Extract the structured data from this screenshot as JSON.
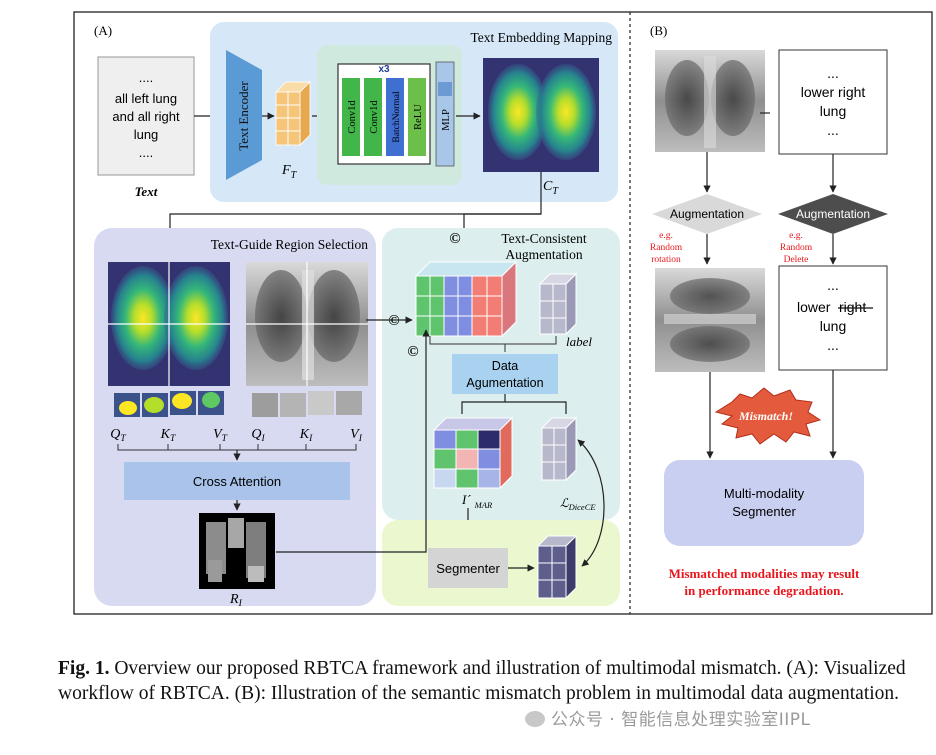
{
  "panelA": {
    "tag": "(A)",
    "text_box": {
      "lines": [
        "....",
        "all left lung",
        "and all right",
        "lung",
        "...."
      ],
      "caption": "Text"
    },
    "text_embedding": {
      "title": "Text Embedding Mapping",
      "encoder": "Text Encoder",
      "ft_label": "F",
      "ft_sub": "T",
      "repeat": "x3",
      "layers": [
        "Conv1d",
        "Conv1d",
        "BatchNormal",
        "ReLU"
      ],
      "mlp": "MLP",
      "ct_label": "C",
      "ct_sub": "T"
    },
    "region_selection": {
      "title": "Text-Guide Region Selection",
      "qkv": [
        {
          "main": "Q",
          "sub": "T"
        },
        {
          "main": "K",
          "sub": "T"
        },
        {
          "main": "V",
          "sub": "T"
        },
        {
          "main": "Q",
          "sub": "I"
        },
        {
          "main": "K",
          "sub": "I"
        },
        {
          "main": "V",
          "sub": "I"
        }
      ],
      "cross_attention": "Cross Attention",
      "ri_label": "R",
      "ri_sub": "I"
    },
    "augmentation": {
      "title_line1": "Text-Consistent",
      "title_line2": "Augmentation",
      "concat_symbol": "©",
      "label": "label",
      "data_aug_line1": "Data",
      "data_aug_line2": "Agumentation",
      "imar_label": "I´",
      "imar_sub": "MAR",
      "loss_label": "ℒ",
      "loss_sub": "DiceCE"
    },
    "segmenter": "Segmenter"
  },
  "panelB": {
    "tag": "(B)",
    "text_box_top": {
      "lines": [
        "...",
        "lower right",
        "lung",
        "..."
      ]
    },
    "augmentation_left": "Augmentation",
    "augmentation_right": "Augmentation",
    "example_left": [
      "e.g.",
      "Random",
      "rotation"
    ],
    "example_right": [
      "e.g.",
      "Random",
      "Delete"
    ],
    "text_box_bottom": {
      "lines": [
        "...",
        "lower",
        "right",
        "lung",
        "..."
      ]
    },
    "mismatch": "Mismatch!",
    "segmenter_line1": "Multi-modality",
    "segmenter_line2": "Segmenter",
    "warning_line1": "Mismatched modalities may result",
    "warning_line2": "in performance degradation."
  },
  "caption": {
    "fig": "Fig. 1.",
    "text": "Overview our proposed RBTCA framework and illustration of multimodal mismatch. (A): Visualized workflow of RBTCA. (B): Illustration of the semantic mismatch problem in multimodal data augmentation."
  },
  "watermark": "公众号 · 智能信息处理实验室IIPL",
  "colors": {
    "embedding_bg": "#d6e8f7",
    "region_bg": "#d8daf1",
    "aug_bg": "#dcefee",
    "seg_bg": "#eaf7cf",
    "encoder": "#5b9bd5",
    "ft_cube": "#f5c67a",
    "conv": "#43b649",
    "bn": "#3f6fd1",
    "relu": "#6cc04a",
    "mlp": "#a8c6e8",
    "cross_attention": "#a9c3ea",
    "warning_red": "#e8161c",
    "example_red": "#e8161c"
  }
}
